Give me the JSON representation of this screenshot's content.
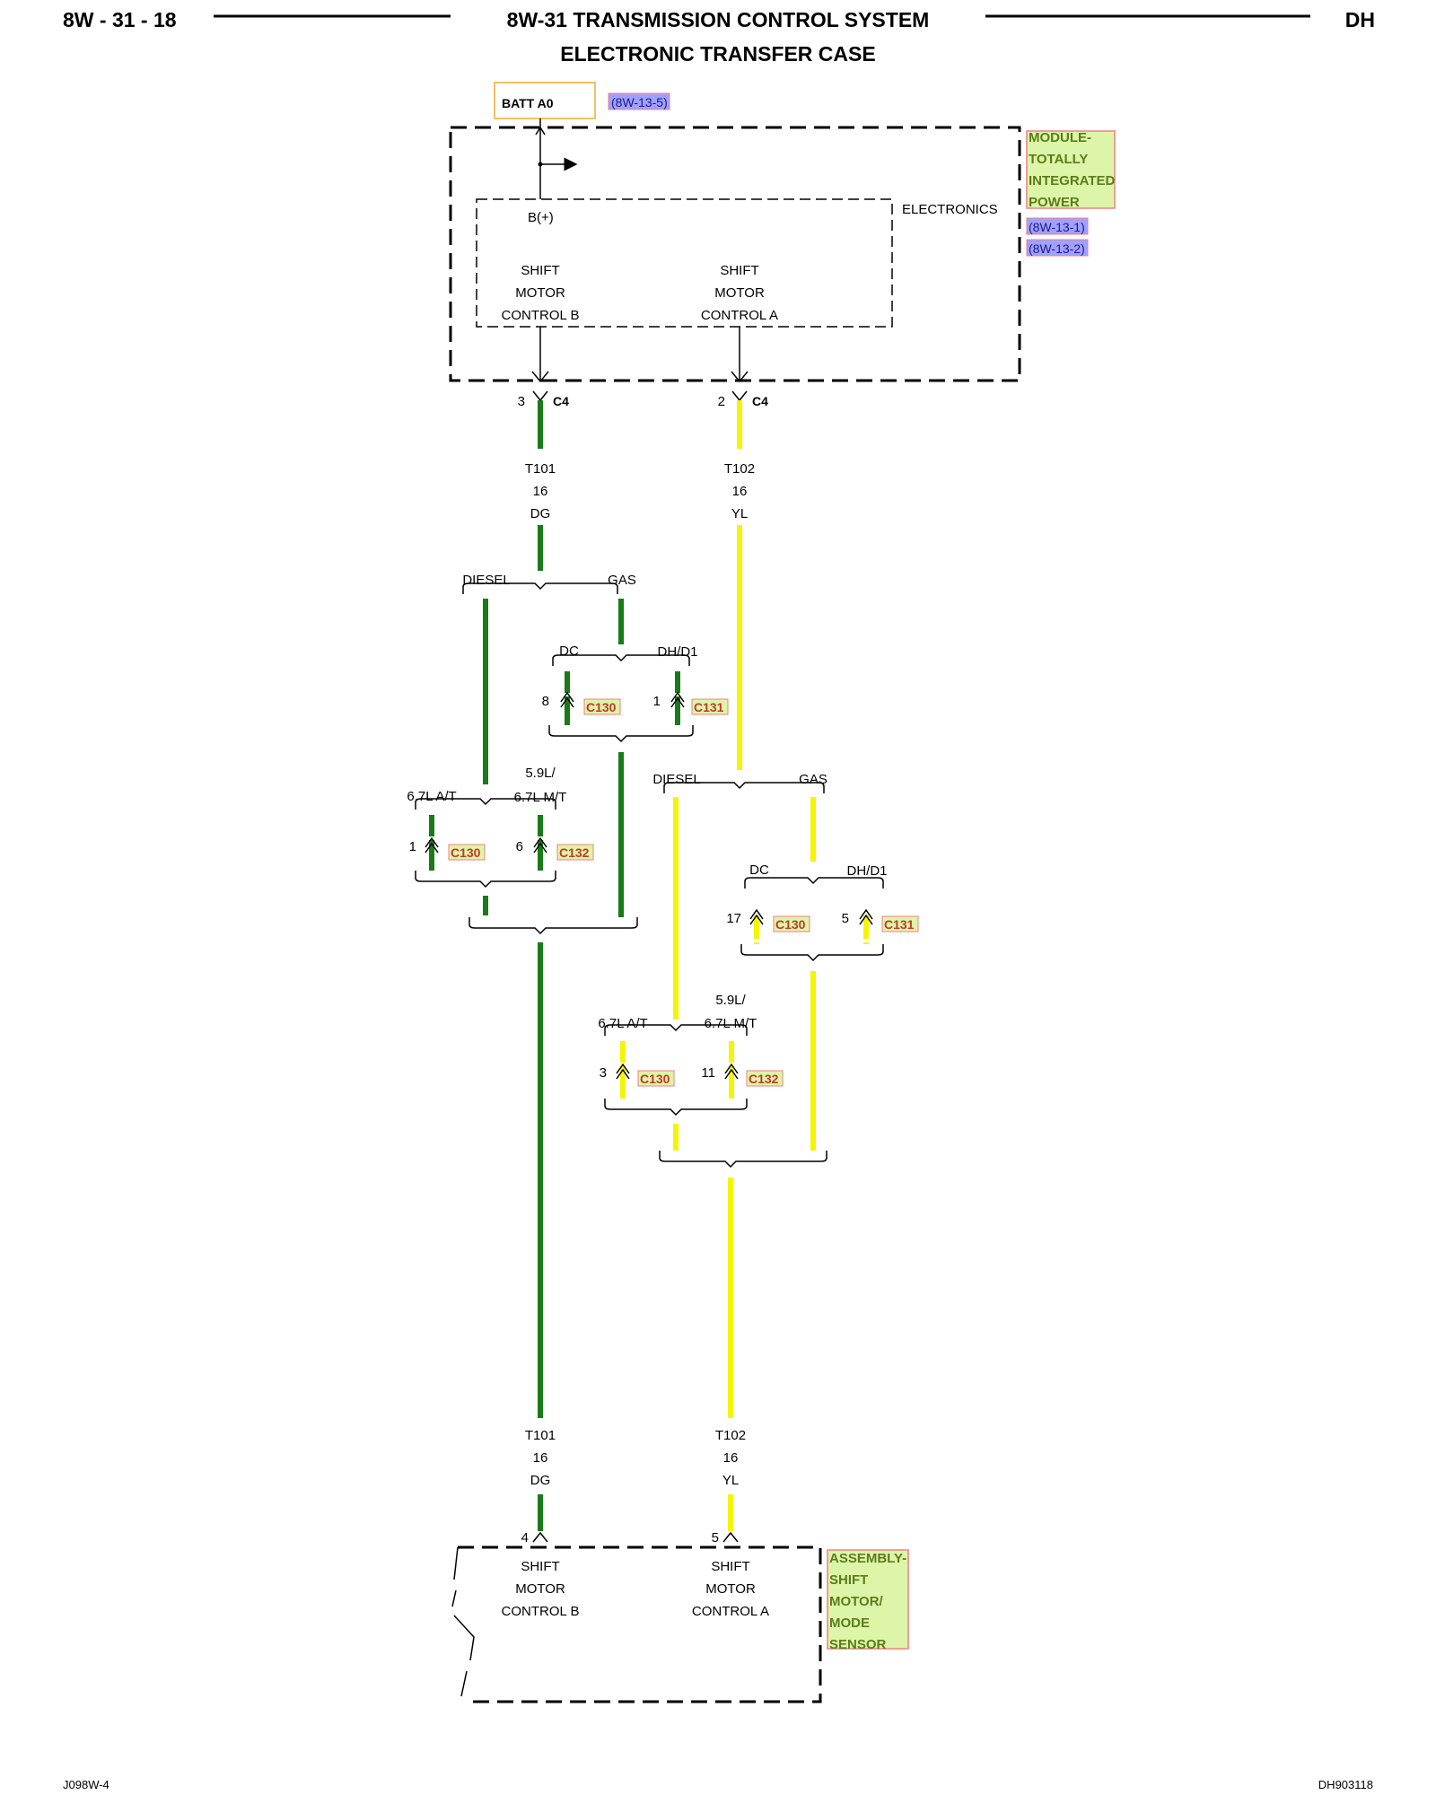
{
  "header": {
    "page_number": "8W - 31 - 18",
    "title": "8W-31 TRANSMISSION CONTROL SYSTEM",
    "subtitle": "ELECTRONIC TRANSFER CASE",
    "code": "DH"
  },
  "footer": {
    "left": "J098W-4",
    "right": "DH903118"
  },
  "colors": {
    "wire_dg": "#1a7a1a",
    "wire_yl": "#f5f500",
    "module_bg": "#ddf5a8",
    "module_border": "#f08080",
    "ref_bg": "#a0a0ff"
  },
  "batt": {
    "label": "BATT A0",
    "ref": "(8W-13-5)"
  },
  "module": {
    "name": [
      "MODULE-",
      "TOTALLY",
      "INTEGRATED",
      "POWER"
    ],
    "refs": [
      "(8W-13-1)",
      "(8W-13-2)"
    ],
    "electronics": "ELECTRONICS",
    "bplus": "B(+)",
    "pin_b": [
      "SHIFT",
      "MOTOR",
      "CONTROL B"
    ],
    "pin_a": [
      "SHIFT",
      "MOTOR",
      "CONTROL A"
    ]
  },
  "c4": {
    "pin_b": "3",
    "pin_a": "2",
    "name": "C4"
  },
  "wire_b": {
    "circuit": "T101",
    "gauge": "16",
    "color": "DG"
  },
  "wire_a": {
    "circuit": "T102",
    "gauge": "16",
    "color": "YL"
  },
  "branch": {
    "diesel": "DIESEL",
    "gas": "GAS",
    "dc": "DC",
    "dhd1": "DH/D1",
    "l67at": "6.7L A/T",
    "l59": "5.9L/",
    "l67mt": "6.7L M/T"
  },
  "connectors": {
    "g_c130_dc": {
      "pin": "8",
      "name": "C130"
    },
    "g_c131_dh": {
      "pin": "1",
      "name": "C131"
    },
    "g_c130_at": {
      "pin": "1",
      "name": "C130"
    },
    "g_c132_mt": {
      "pin": "6",
      "name": "C132"
    },
    "y_c130_dc": {
      "pin": "17",
      "name": "C130"
    },
    "y_c131_dh": {
      "pin": "5",
      "name": "C131"
    },
    "y_c130_at": {
      "pin": "3",
      "name": "C130"
    },
    "y_c132_mt": {
      "pin": "11",
      "name": "C132"
    }
  },
  "assembly": {
    "name": [
      "ASSEMBLY-",
      "SHIFT",
      "MOTOR/",
      "MODE",
      "SENSOR"
    ],
    "pin_b_num": "4",
    "pin_a_num": "5",
    "pin_b": [
      "SHIFT",
      "MOTOR",
      "CONTROL B"
    ],
    "pin_a": [
      "SHIFT",
      "MOTOR",
      "CONTROL A"
    ]
  }
}
